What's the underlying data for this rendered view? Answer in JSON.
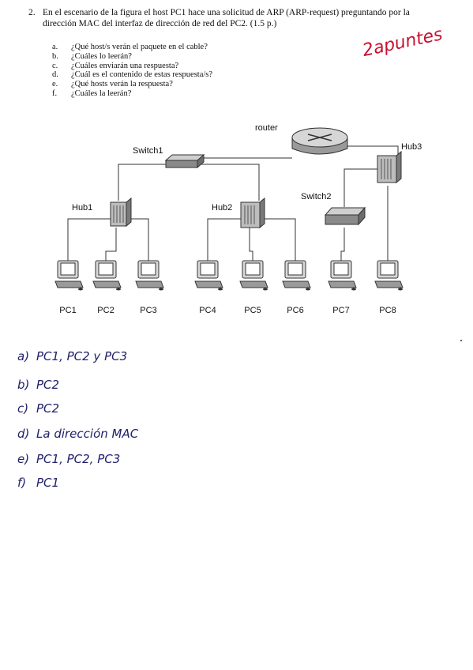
{
  "question": {
    "number": "2.",
    "text": "En el escenario de la figura el host PC1 hace una solicitud de ARP (ARP-request) preguntando por la dirección MAC del interfaz de dirección de red del PC2.  (1.5 p.)",
    "subquestions": [
      {
        "letter": "a.",
        "text": "¿Qué host/s verán el paquete en el cable?"
      },
      {
        "letter": "b.",
        "text": "¿Cuáles lo leerán?"
      },
      {
        "letter": "c.",
        "text": "¿Cuáles enviarán una respuesta?"
      },
      {
        "letter": "d.",
        "text": "¿Cuál es el contenido de estas respuesta/s?"
      },
      {
        "letter": "e.",
        "text": "¿Qué hosts verán la respuesta?"
      },
      {
        "letter": "f.",
        "text": "¿Cuáles la leerán?"
      }
    ]
  },
  "annotation": {
    "points_note": "2apuntes",
    "color": "#c8102e"
  },
  "diagram": {
    "devices": {
      "router": "router",
      "switch1": "Switch1",
      "switch2": "Switch2",
      "hub1": "Hub1",
      "hub2": "Hub2",
      "hub3": "Hub3"
    },
    "pcs": [
      "PC1",
      "PC2",
      "PC3",
      "PC4",
      "PC5",
      "PC6",
      "PC7",
      "PC8"
    ]
  },
  "answers": {
    "ink_color": "#20206a",
    "items": [
      {
        "key": "a)",
        "text": "PC1, PC2  y  PC3"
      },
      {
        "key": "b)",
        "text": "PC2"
      },
      {
        "key": "c)",
        "text": "PC2"
      },
      {
        "key": "d)",
        "text": "La dirección MAC"
      },
      {
        "key": "e)",
        "text": "PC1, PC2, PC3"
      },
      {
        "key": "f)",
        "text": "PC1"
      }
    ]
  }
}
